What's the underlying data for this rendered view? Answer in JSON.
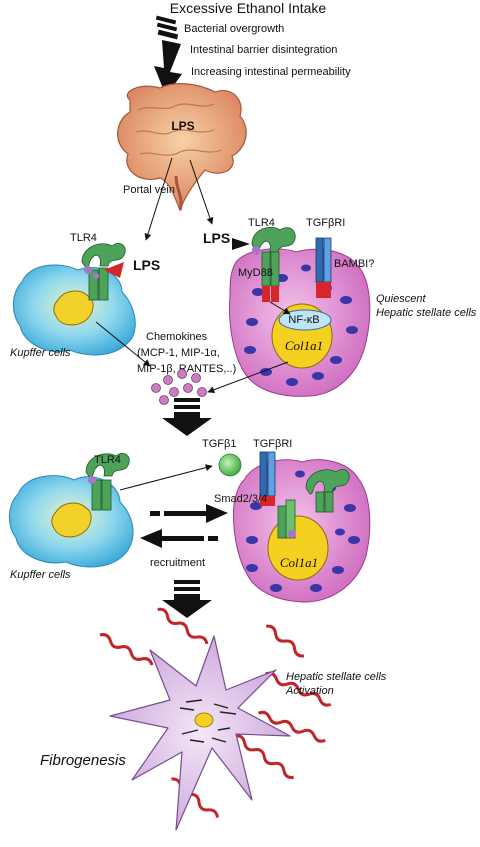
{
  "title": "Excessive Ethanol Intake",
  "causes": [
    "Bacterial overgrowth",
    "Intestinal barrier disintegration",
    "Increasing intestinal permeability"
  ],
  "gut_label": "LPS",
  "portal_vein": "Portal vein",
  "lps_left": "LPS",
  "lps_right": "LPS",
  "tlr4": "TLR4",
  "tgfbri": "TGFβRI",
  "bambi": "BAMBI?",
  "myd88": "MyD88",
  "nfkb": "NF-κB",
  "col1a1": "Col1a1",
  "chemokines": [
    "Chemokines",
    "(MCP-1, MIP-1α,",
    "MIP-1β, RANTES,..)"
  ],
  "kupffer": "Kupffer cells",
  "quiescent": [
    "Quiescent",
    "Hepatic stellate cells"
  ],
  "tgfb1": "TGFβ1",
  "smad": "Smad2/3/4",
  "recruitment": "recruitment",
  "activation": [
    "Hepatic stellate cells",
    "Activation"
  ],
  "fibrogenesis": "Fibrogenesis",
  "colors": {
    "kupffer_cell": "#5ec7e8",
    "kupffer_nucleus": "#f2d22a",
    "stellate_cell": "#d777c8",
    "stellate_dots": "#3a35a8",
    "receptor_green": "#4ea35a",
    "receptor_blue": "#2e6bb3",
    "receptor_red": "#d7262b",
    "collagen": "#c0262c",
    "activated_cell": "#d9b4e6",
    "chemokine": "#c87ec0"
  }
}
